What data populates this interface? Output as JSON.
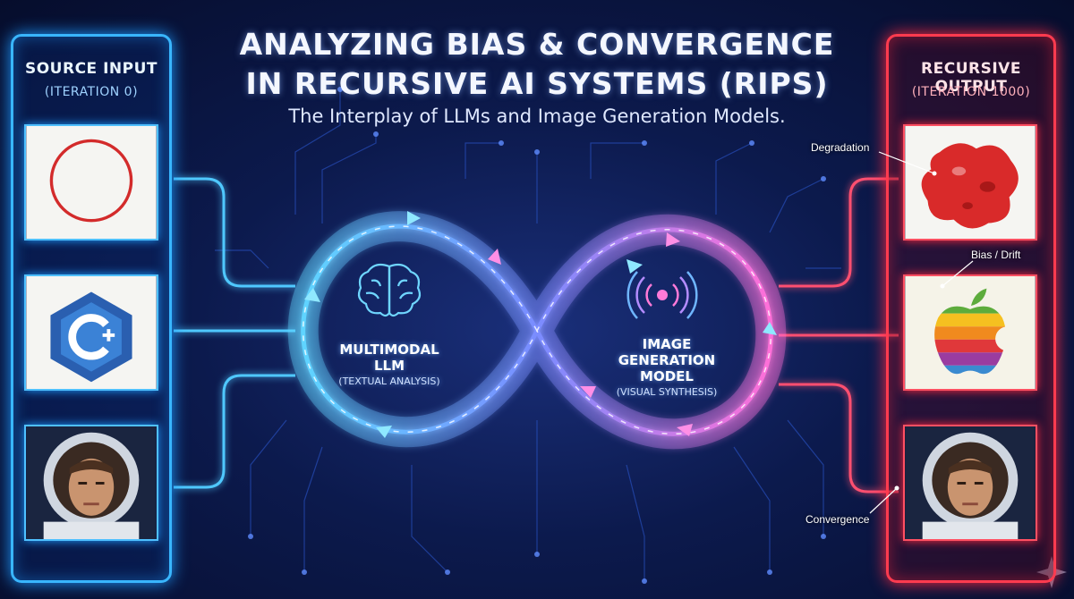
{
  "title": {
    "line1": "ANALYZING BIAS & CONVERGENCE",
    "line2": "IN RECURSIVE AI SYSTEMS (RIPS)",
    "subtitle": "The Interplay of LLMs and Image Generation Models."
  },
  "left_panel": {
    "title": "SOURCE INPUT",
    "subtitle": "(ITERATION 0)",
    "items": [
      {
        "name": "red-circle"
      },
      {
        "name": "c-plus-logo"
      },
      {
        "name": "astronaut-portrait"
      }
    ]
  },
  "right_panel": {
    "title": "RECURSIVE OUTPUT",
    "subtitle": "(ITERATION 1000)",
    "items": [
      {
        "name": "red-blob"
      },
      {
        "name": "rainbow-apple-logo"
      },
      {
        "name": "astronaut-portrait"
      }
    ]
  },
  "nodes": {
    "llm": {
      "label": "MULTIMODAL LLM",
      "sub": "(TEXTUAL ANALYSIS)",
      "icon": "brain-icon"
    },
    "imagegen": {
      "label_line1": "IMAGE GENERATION",
      "label_line2": "MODEL",
      "sub": "(VISUAL SYNTHESIS)",
      "icon": "signal-waves-icon"
    }
  },
  "annotations": {
    "degradation": "Degradation",
    "bias": "Bias / Drift",
    "convergence": "Convergence"
  },
  "colors": {
    "left_accent": "#39b6ff",
    "right_accent": "#ff3b4f",
    "loop_blue": "#5fd4ff",
    "loop_pink": "#ff6fd8"
  }
}
